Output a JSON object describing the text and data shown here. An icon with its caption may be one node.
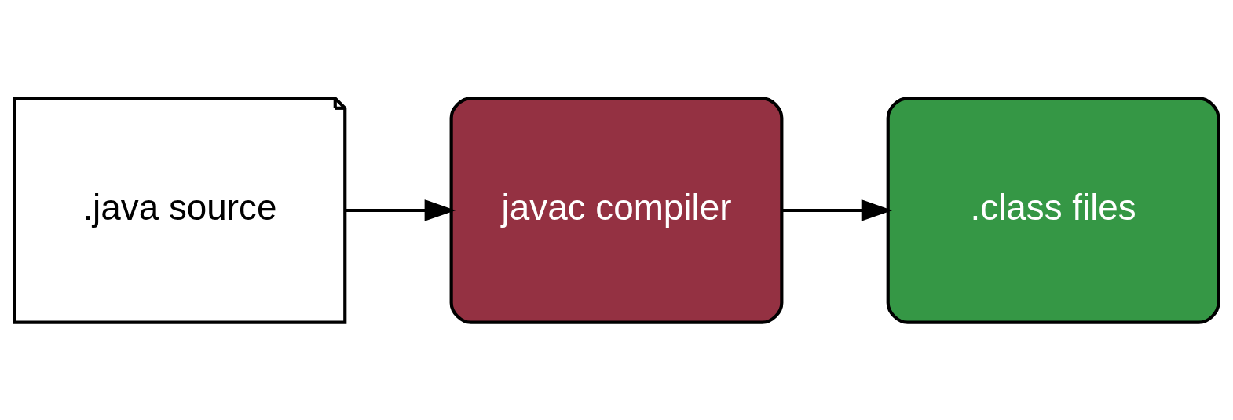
{
  "diagram": {
    "nodes": [
      {
        "text": [
          ".java source"
        ]
      },
      {
        "text": [
          "javac compiler"
        ]
      },
      {
        "text": [
          ".class files"
        ]
      }
    ],
    "edges": [
      {
        "from": 0,
        "to": 1,
        "arrow": "to"
      },
      {
        "from": 1,
        "to": 2,
        "arrow": "to"
      }
    ]
  }
}
